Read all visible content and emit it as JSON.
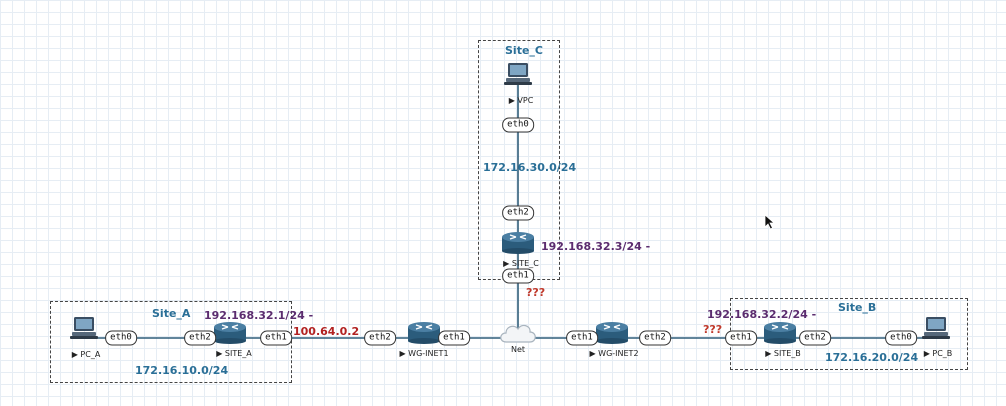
{
  "sites": {
    "site_a": "Site_A",
    "site_b": "Site_B",
    "site_c": "Site_C"
  },
  "subnets": {
    "site_a": "172.16.10.0/24",
    "site_b": "172.16.20.0/24",
    "site_c": "172.16.30.0/24"
  },
  "ips": {
    "site_a_tunnel": "192.168.32.1/24 -",
    "site_b_tunnel": "192.168.32.2/24 -",
    "site_c_tunnel": "192.168.32.3/24 -",
    "wan_a": "100.64.0.2"
  },
  "unknowns": {
    "site_c_uplink": "???",
    "site_b_uplink": "???"
  },
  "devices": {
    "pc_a": "▶ PC_A",
    "site_a_router": "▶ SITE_A",
    "wg_inet1": "▶ WG-INET1",
    "net": "Net",
    "wg_inet2": "▶ WG-INET2",
    "site_b_router": "▶ SITE_B",
    "pc_b": "▶ PC_B",
    "vpc": "▶ VPC",
    "site_c_router": "▶ SITE_C"
  },
  "ports": {
    "pc_a_eth0": "eth0",
    "site_a_eth2": "eth2",
    "site_a_eth1": "eth1",
    "wg1_eth2": "eth2",
    "wg1_eth1": "eth1",
    "wg2_eth1": "eth1",
    "wg2_eth2": "eth2",
    "site_b_eth1": "eth1",
    "site_b_eth2": "eth2",
    "pc_b_eth0": "eth0",
    "vpc_eth0": "eth0",
    "site_c_eth2": "eth2",
    "site_c_eth1": "eth1"
  },
  "colors": {
    "link": "#2f5d7a",
    "router": "#2b5c7c",
    "subnet_text": "#2a6f97",
    "ip_text": "#5b2c6f",
    "unknown_text": "#c0392b"
  }
}
